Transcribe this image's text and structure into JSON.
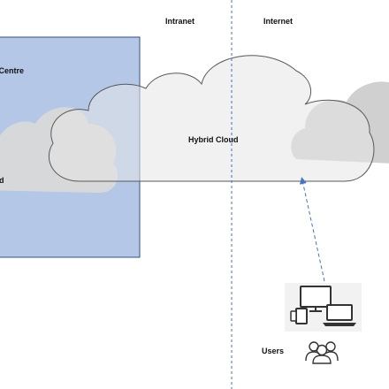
{
  "zones": {
    "intranet": "Intranet",
    "internet": "Internet"
  },
  "data_centre": {
    "label": "a Centre",
    "fill": "#b4c7e7",
    "stroke": "#2f528f"
  },
  "private_cloud": {
    "label": "oud",
    "fill": "#d9d9d9"
  },
  "hybrid_cloud": {
    "label": "Hybrid Cloud",
    "fill": "#e6e6e6",
    "stroke": "#595959"
  },
  "public_cloud": {
    "fill": "#d0d0d0"
  },
  "users": {
    "label": "Users",
    "icons": [
      "devices-icon",
      "users-icon"
    ]
  },
  "colors": {
    "divider": "#4472c4",
    "arrow": "#4472c4",
    "text": "#111111"
  }
}
